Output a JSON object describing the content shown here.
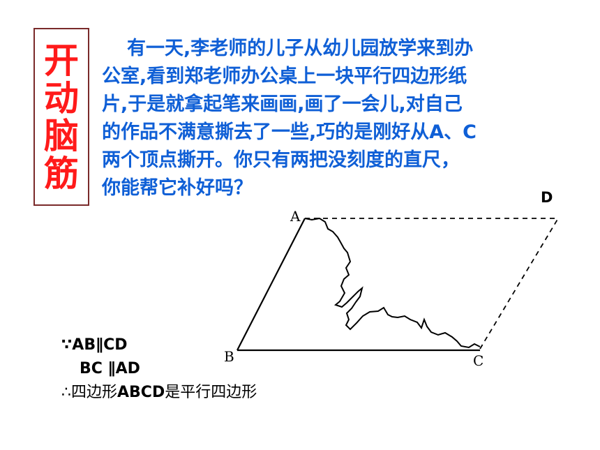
{
  "title_chars": [
    "开",
    "动",
    "脑",
    "筋"
  ],
  "story_lines": [
    "有一天,李老师的儿子从幼儿园放学来到办",
    "公室,看到郑老师办公桌上一块平行四边形纸",
    "片,于是就拿起笔来画画,画了一会儿,对自己",
    "的作品不满意撕去了一些,巧的是刚好从A、C",
    "两个顶点撕开。你只有两把没刻度的直尺，",
    "你能帮它补好吗？"
  ],
  "figure": {
    "label_a": "A",
    "label_b": "B",
    "label_c": "C",
    "label_d": "D"
  },
  "proof": {
    "line1": "∵AB∥CD",
    "line2": "BC ∥AD",
    "line3_prefix": "∴四边形",
    "line3_bold": "ABCD",
    "line3_suffix": "是平行四边形"
  },
  "colors": {
    "title": "#ff1a1a",
    "story": "#0f5fd6",
    "title_border": "#7a2a2a"
  }
}
